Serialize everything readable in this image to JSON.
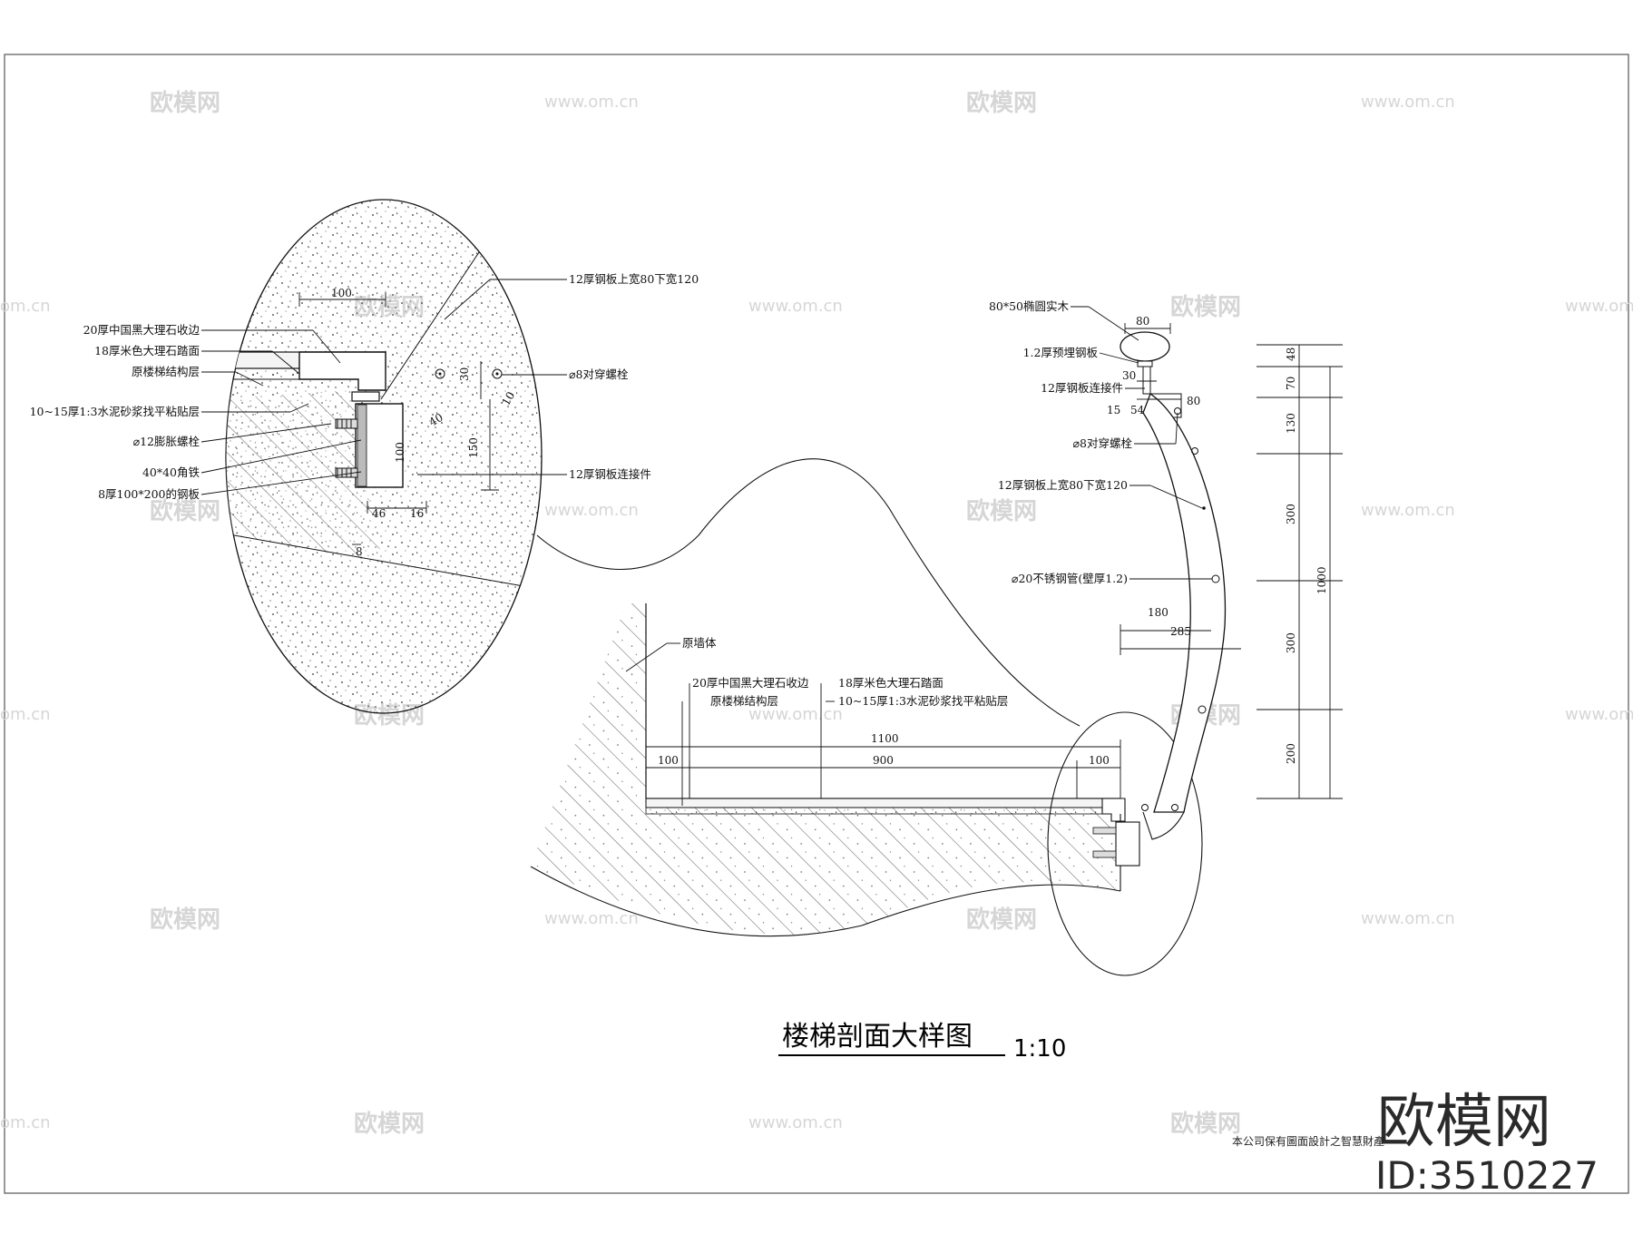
{
  "drawing": {
    "title": "楼梯剖面大样图",
    "scale": "1:10",
    "copyright_note": "本公司保有圖面設計之智慧財產",
    "logo": "欧模网",
    "id_text": "ID:3510227"
  },
  "watermarks": {
    "brand": "欧模网",
    "url": "www.om.cn",
    "url_partial": "om.cn"
  },
  "left_detail": {
    "labels": [
      "20厚中国黑大理石收边",
      "18厚米色大理石踏面",
      "原楼梯结构层",
      "10~15厚1:3水泥砂浆找平粘贴层",
      "⌀12膨胀螺栓",
      "40*40角铁",
      "8厚100*200的钢板"
    ],
    "right_labels": [
      "12厚钢板上宽80下宽120",
      "⌀8对穿螺栓",
      "12厚钢板连接件"
    ],
    "dims": [
      "100",
      "30",
      "10",
      "40",
      "100",
      "150",
      "46",
      "16",
      "8"
    ]
  },
  "right_detail": {
    "labels": [
      "80*50椭圆实木",
      "1.2厚预埋钢板",
      "12厚钢板连接件",
      "⌀8对穿螺栓",
      "12厚钢板上宽80下宽120",
      "⌀20不锈钢管(壁厚1.2)"
    ],
    "dims_top": [
      "80",
      "30",
      "15",
      "54",
      "80"
    ],
    "dims_horizontal": [
      "180",
      "285"
    ],
    "dims_vertical": [
      "48",
      "70",
      "130",
      "300",
      "300",
      "200"
    ],
    "dim_total": "1000"
  },
  "section": {
    "labels": [
      "原墙体",
      "20厚中国黑大理石收边",
      "原楼梯结构层",
      "18厚米色大理石踏面",
      "10~15厚1:3水泥砂浆找平粘贴层"
    ],
    "dim_overall": "1100",
    "dim_left": "100",
    "dim_mid": "900",
    "dim_right": "100"
  }
}
